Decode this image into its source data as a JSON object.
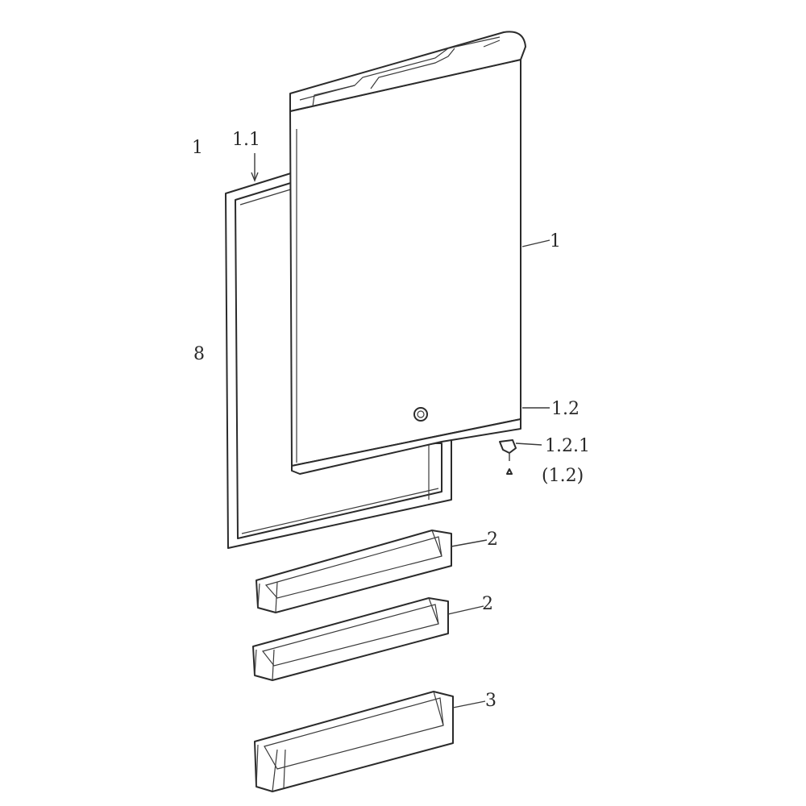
{
  "callouts": {
    "door_corner": "1",
    "gasket": "1.1",
    "door": "1",
    "side": "8",
    "hinge_point": "1.2",
    "hinge_pin": "1.2.1",
    "hinge_pin_ref": "(1.2)",
    "shelf_upper": "2",
    "shelf_middle": "2",
    "shelf_lower": "3"
  }
}
